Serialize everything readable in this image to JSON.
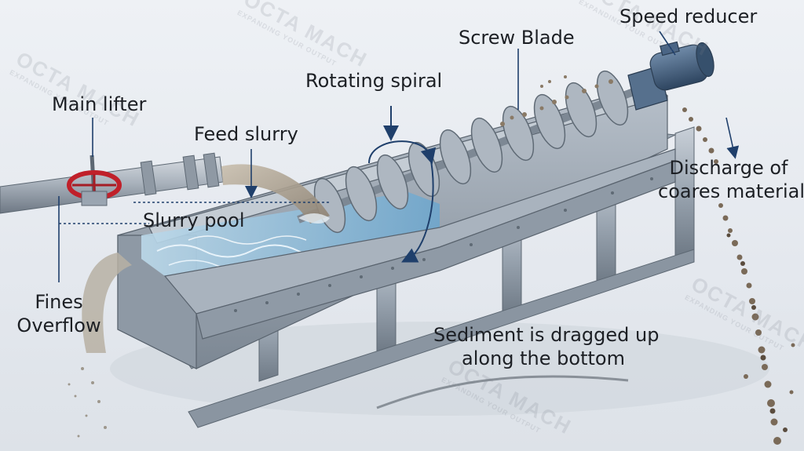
{
  "labels": {
    "main_lifter": "Main lifter",
    "feed_slurry": "Feed slurry",
    "slurry_pool": "Slurry pool",
    "fines_overflow_line1": "Fines",
    "fines_overflow_line2": "Overflow",
    "rotating_spiral": "Rotating spiral",
    "screw_blade": "Screw Blade",
    "speed_reducer": "Speed reducer",
    "discharge_line1": "Discharge of",
    "discharge_line2": "coares material",
    "sediment_line1": "Sediment is dragged up",
    "sediment_line2": "along the bottom"
  },
  "watermark": {
    "brand": "OCTA MACH",
    "tagline": "EXPANDING YOUR OUTPUT"
  },
  "colors": {
    "steel": "#9aa6b2",
    "valve_red": "#c0202a",
    "water_blue": "#7fb6d8",
    "arrow_navy": "#1f3f6b",
    "motor_blue": "#3d5a7a"
  }
}
